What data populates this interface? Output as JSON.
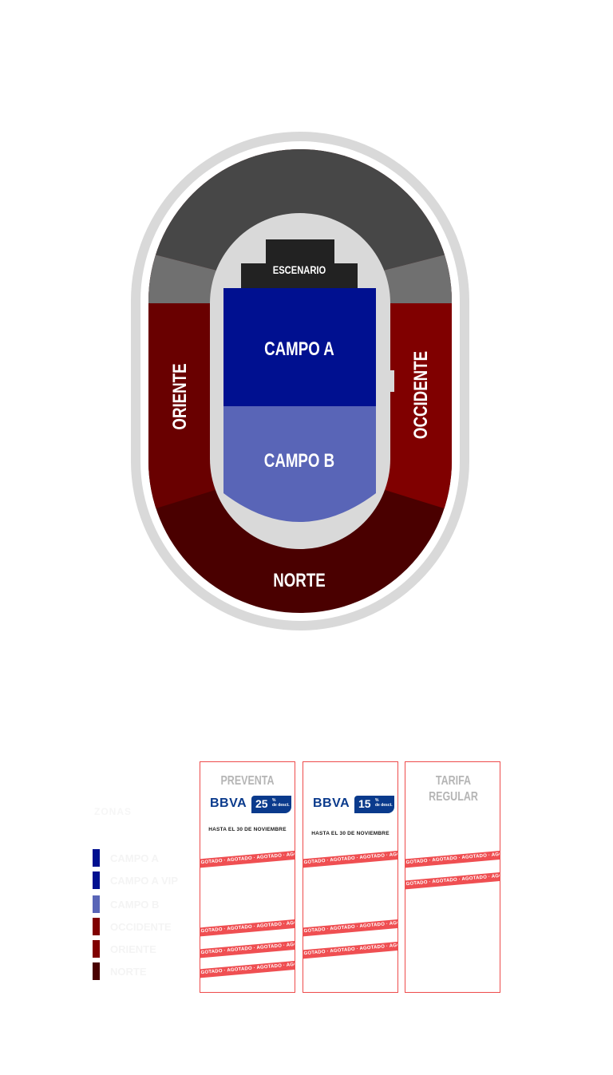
{
  "map": {
    "stage_label": "ESCENARIO",
    "zones": [
      {
        "id": "campo-a",
        "label": "CAMPO A",
        "color": "#001090"
      },
      {
        "id": "campo-b",
        "label": "CAMPO B",
        "color": "#5965b7"
      },
      {
        "id": "oriente",
        "label": "ORIENTE",
        "color": "#690000"
      },
      {
        "id": "occidente",
        "label": "OCCIDENTE",
        "color": "#800000"
      },
      {
        "id": "norte",
        "label": "NORTE",
        "color": "#4a0000"
      }
    ],
    "colors": {
      "outer_ring": "#d9d9d9",
      "upper_stand": "#474747",
      "upper_side": "#707070",
      "field": "#d9d9d9",
      "stage": "#222222"
    }
  },
  "legend": {
    "title": "ZONAS",
    "items": [
      {
        "label": "CAMPO A",
        "color": "#001090"
      },
      {
        "label": "CAMPO A VIP",
        "color": "#001090"
      },
      {
        "label": "CAMPO B",
        "color": "#5965b7"
      },
      {
        "label": "OCCIDENTE",
        "color": "#800000"
      },
      {
        "label": "ORIENTE",
        "color": "#800000"
      },
      {
        "label": "NORTE",
        "color": "#4a0000"
      }
    ]
  },
  "pricing": {
    "sold_out_label": "AGOTADO",
    "columns": [
      {
        "title": "PREVENTA",
        "bank": "BBVA",
        "discount": "25",
        "discount_unit": "%",
        "discount_note": "de desct.",
        "deadline": "HASTA EL 30 DE NOVIEMBRE",
        "sold_out_rows": [
          1,
          4,
          5,
          6
        ]
      },
      {
        "title": "",
        "bank": "BBVA",
        "discount": "15",
        "discount_unit": "%",
        "discount_note": "de desct.",
        "deadline": "HASTA EL 30 DE NOVIEMBRE",
        "sold_out_rows": [
          1,
          4,
          5
        ]
      },
      {
        "title": "TARIFA REGULAR",
        "sold_out_rows": [
          1,
          2
        ]
      }
    ]
  }
}
